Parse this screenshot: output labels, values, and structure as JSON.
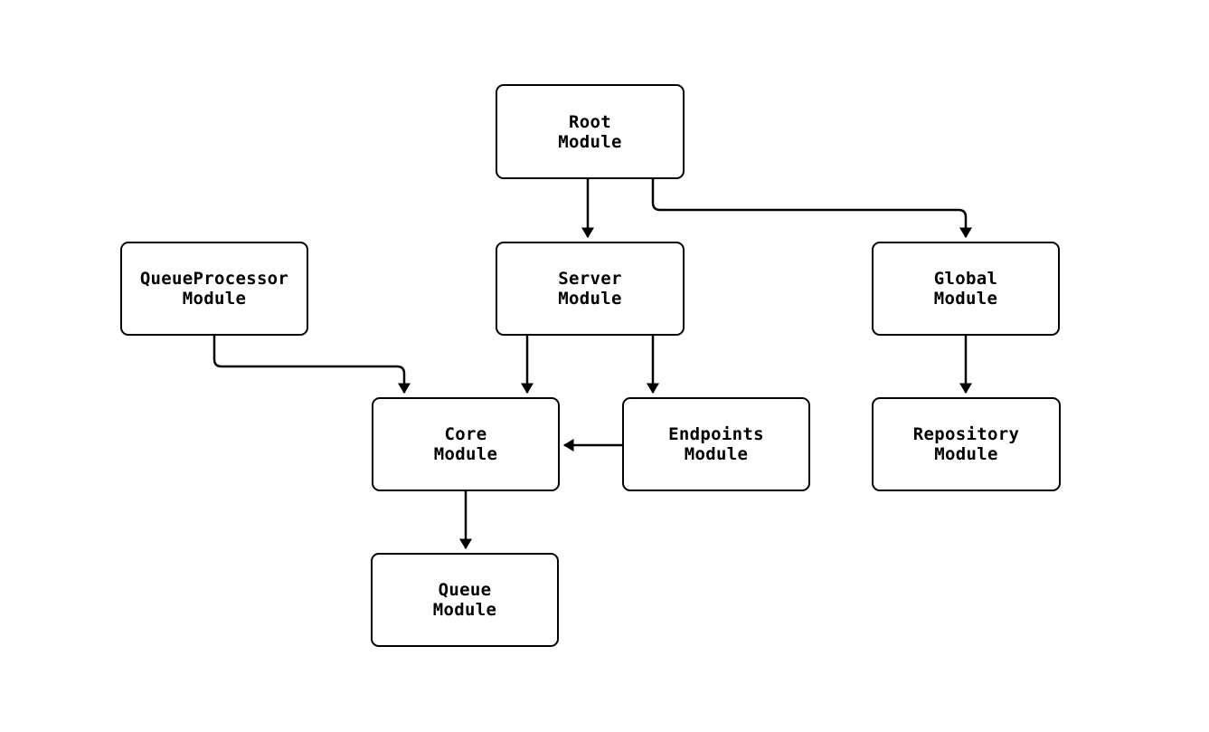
{
  "diagram": {
    "type": "module-dependency-graph",
    "background_color": "#ffffff",
    "node_fill_color": "#ffffff",
    "node_border_color": "#000000",
    "text_color": "#000000",
    "arrow_color": "#000000",
    "nodes": [
      {
        "id": "root",
        "label": "Root\nModule"
      },
      {
        "id": "queueProcessor",
        "label": "QueueProcessor\nModule"
      },
      {
        "id": "server",
        "label": "Server\nModule"
      },
      {
        "id": "global",
        "label": "Global\nModule"
      },
      {
        "id": "core",
        "label": "Core\nModule"
      },
      {
        "id": "endpoints",
        "label": "Endpoints\nModule"
      },
      {
        "id": "repository",
        "label": "Repository\nModule"
      },
      {
        "id": "queue",
        "label": "Queue\nModule"
      }
    ],
    "edges": [
      {
        "from": "root",
        "to": "server"
      },
      {
        "from": "root",
        "to": "global"
      },
      {
        "from": "queueProcessor",
        "to": "core"
      },
      {
        "from": "server",
        "to": "core"
      },
      {
        "from": "server",
        "to": "endpoints"
      },
      {
        "from": "endpoints",
        "to": "core"
      },
      {
        "from": "global",
        "to": "repository"
      },
      {
        "from": "core",
        "to": "queue"
      }
    ]
  }
}
